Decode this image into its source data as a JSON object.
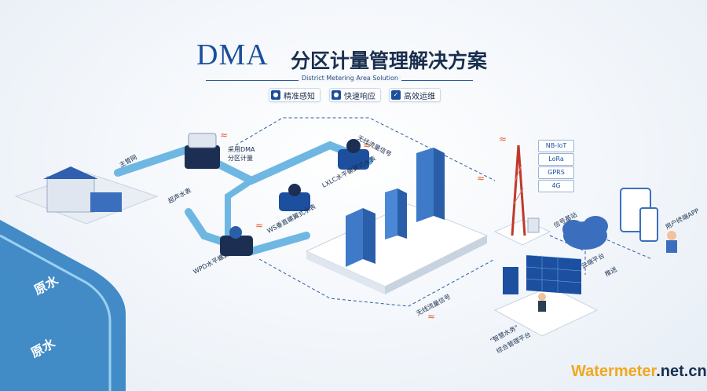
{
  "title": {
    "main": "DMA",
    "cn": "分区计量管理解决方案",
    "en": "District Metering Area Solution"
  },
  "features": [
    {
      "icon": "person-icon",
      "label": "精准感知"
    },
    {
      "icon": "user-icon",
      "label": "快速响应"
    },
    {
      "icon": "check-icon",
      "label": "高效运维"
    }
  ],
  "labels": {
    "main_pipe": "主管网",
    "ultrasonic_meter": "超声水表",
    "dma_zone": "采用DMA分区计量",
    "lxlc_meter": "LXLC水平螺翼式水表",
    "ws_meter": "WS垂直螺翼式水表",
    "wpd_meter": "WPD水平螺翼式水表",
    "wireless_top": "无线流量信号",
    "wireless_bottom": "无线流量信号",
    "signal_station": "信号基站",
    "cloud": "云端平台",
    "push": "推送",
    "user_app": "用户终端APP",
    "smart_platform_1": "\"智慧水务\"",
    "smart_platform_2": "综合管理平台",
    "raw_water_1": "原水",
    "raw_water_2": "原水"
  },
  "network_badges": [
    "NB-IoT",
    "LoRa",
    "GPRS",
    "4G"
  ],
  "watermark": {
    "part1": "Watermeter",
    "part2": ".net.cn"
  }
}
